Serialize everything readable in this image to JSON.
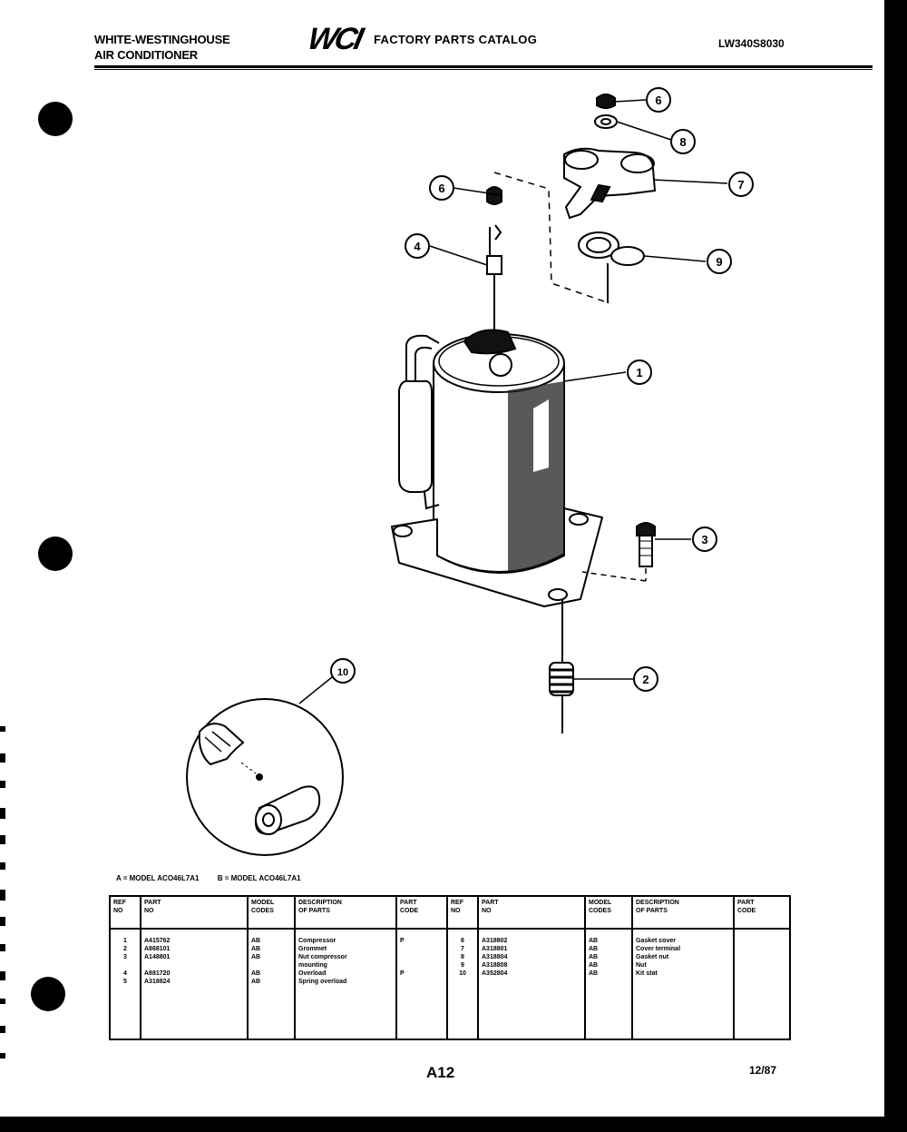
{
  "header": {
    "brand_line1": "WHITE-WESTINGHOUSE",
    "brand_line2": "AIR CONDITIONER",
    "logo": "WCI",
    "catalog_title": "FACTORY PARTS CATALOG",
    "catalog_code": "LW340S8030"
  },
  "callouts": [
    "6",
    "8",
    "7",
    "6",
    "4",
    "9",
    "1",
    "3",
    "2",
    "10"
  ],
  "legend": {
    "a": "A = MODEL ACO46L7A1",
    "b": "B = MODEL ACO46L7A1"
  },
  "table": {
    "headers": [
      [
        "REF",
        "NO"
      ],
      [
        "PART",
        "NO"
      ],
      [
        "MODEL",
        "CODES"
      ],
      [
        "DESCRIPTION",
        "OF PARTS"
      ],
      [
        "PART",
        "CODE"
      ],
      [
        "REF",
        "NO"
      ],
      [
        "PART",
        "NO"
      ],
      [
        "MODEL",
        "CODES"
      ],
      [
        "DESCRIPTION",
        "OF PARTS"
      ],
      [
        "PART",
        "CODE"
      ]
    ],
    "left": {
      "ref": [
        "1",
        "2",
        "3",
        "",
        "4",
        "5"
      ],
      "part": [
        "A415762",
        "A868101",
        "A148801",
        "",
        "A881720",
        "A318824"
      ],
      "codes": [
        "AB",
        "AB",
        "AB",
        "",
        "AB",
        "AB"
      ],
      "desc": [
        "Compressor",
        "Grommet",
        "Nut compressor",
        "mounting",
        "Overload",
        "Spring overload"
      ],
      "pcode": [
        "P",
        "",
        "",
        "",
        "P",
        ""
      ]
    },
    "right": {
      "ref": [
        "6",
        "7",
        "8",
        "9",
        "10"
      ],
      "part": [
        "A318802",
        "A318801",
        "A318804",
        "A318808",
        "A352804"
      ],
      "codes": [
        "AB",
        "AB",
        "AB",
        "AB",
        "AB"
      ],
      "desc": [
        "Gasket cover",
        "Cover terminal",
        "Gasket nut",
        "Nut",
        "Kit stat"
      ],
      "pcode": [
        "",
        "",
        "",
        "",
        ""
      ]
    }
  },
  "footer": {
    "page": "A12",
    "date": "12/87"
  }
}
